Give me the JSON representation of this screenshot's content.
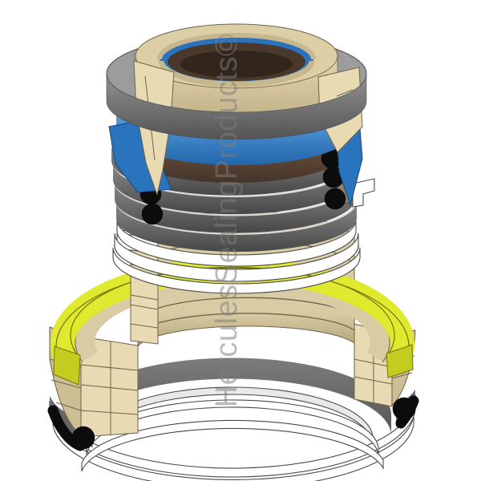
{
  "watermark": {
    "text": "HerculesSealingProducts©"
  },
  "illustration": {
    "type": "3d-cad-render",
    "subject": "hydraulic cylinder seal kit, cutaway stack of seals and rings"
  },
  "parts": [
    {
      "name": "gland-outer-ring",
      "color_key": "housing-top"
    },
    {
      "name": "rod-gland",
      "color_key": "tan-top"
    },
    {
      "name": "rod-seal-blue",
      "color_key": "blue-top"
    },
    {
      "name": "backup-ring-brown",
      "color_key": "brown-hi"
    },
    {
      "name": "v-ring-stack",
      "color_key": "gray-hi"
    },
    {
      "name": "o-rings",
      "color_key": "black"
    },
    {
      "name": "backup-washers",
      "color_key": "white-ring"
    },
    {
      "name": "piston-body",
      "color_key": "tan-top"
    },
    {
      "name": "wear-ring-yellow",
      "color_key": "yellow"
    },
    {
      "name": "piston-seal-gray",
      "color_key": "pgray-hi"
    },
    {
      "name": "bottom-backup-rings",
      "color_key": "white-ring"
    }
  ],
  "colors": {
    "page-bg": "#ffffff",
    "outline": "#3f3f3f",
    "ring-edge": "#4a4a4a",
    "housing-top": "#9c9c9c",
    "housing-hi": "#929292",
    "housing-lo": "#545454",
    "tan-top": "#dccfa6",
    "tan-hi": "#e4d7af",
    "tan-lo": "#c0af86",
    "tan-cut": "#e8dbb4",
    "tan-side": "#cdbe94",
    "tan-line": "#6e6248",
    "tan-band": "#d9cca4",
    "bore-hi": "#dbcfa8",
    "bore-lo": "#b3a37a",
    "blue-top": "#3f8fd2",
    "blue-hi": "#66abe8",
    "blue-lo": "#2266ab",
    "blue-cut": "#2a74bd",
    "blue-edge": "#164a80",
    "brown-hi": "#74593f",
    "brown-lo": "#46342a",
    "brown-col": "#9c7e5e",
    "gray-hi": "#8c8c8c",
    "gray-lo": "#474747",
    "gray-sliver": "#d9d9d9",
    "black": "#0c0c0c",
    "white-ring": "#ffffff",
    "white-tint": "#e9e9e9",
    "pgray-hi": "#7c7c7c",
    "pgray-lo": "#545454",
    "pgray-flank": "#666666",
    "yellow": "#dfe92e",
    "yellow-dark": "#c3cd20",
    "yellow-edge": "#6f7410",
    "hole-blue": "#2a72bd",
    "hole-brown": "#4a392b",
    "hole-dark": "#32261c",
    "hole-wall": "#c6b78e",
    "watermark": "#7d7d7d"
  }
}
